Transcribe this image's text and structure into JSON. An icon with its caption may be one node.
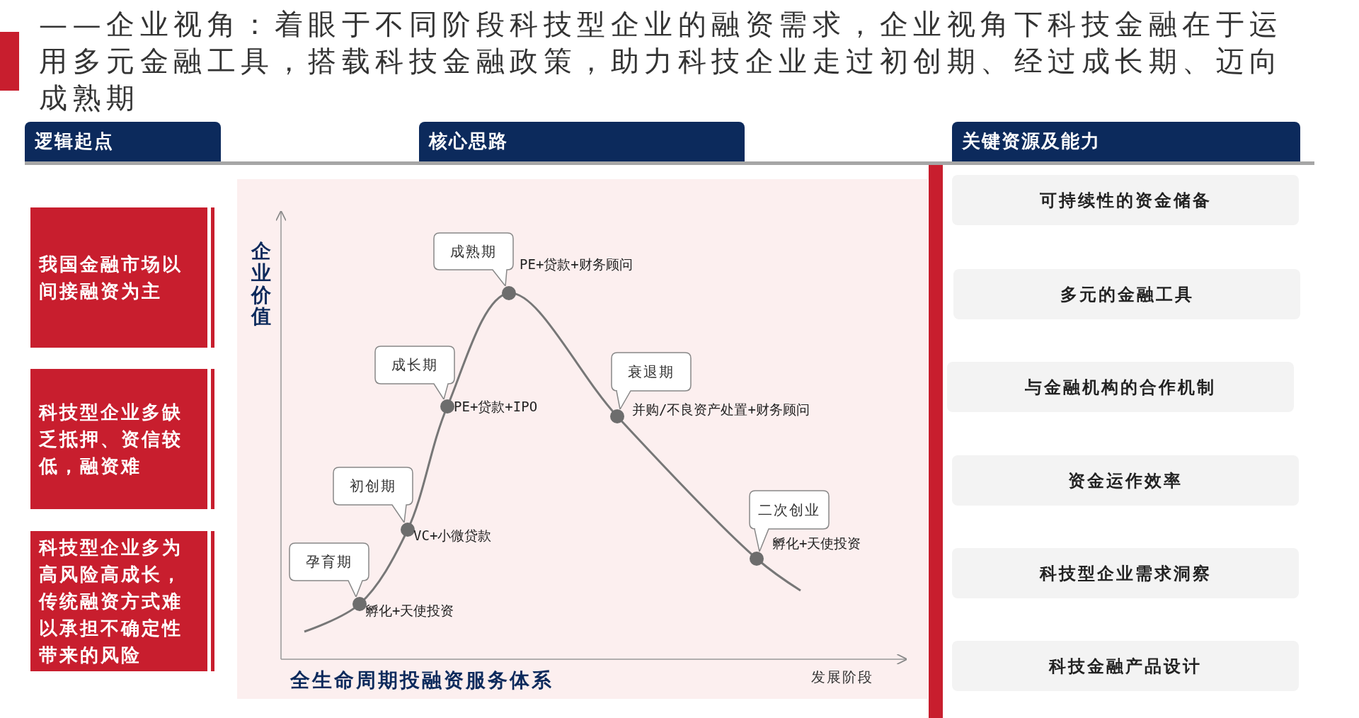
{
  "diagram": {
    "title": "——企业视角：着眼于不同阶段科技型企业的融资需求，企业视角下科技金融在于运用多元金融工具，搭载科技金融政策，助力科技企业走过初创期、经过成长期、迈向成熟期",
    "nodes": [
      {
        "text": [
          "逻辑起点"
        ]
      },
      {
        "text": [
          "核心思路"
        ]
      },
      {
        "text": [
          "关键资源及能力"
        ]
      },
      {
        "text": [
          "我国金融市场以间接融资为主"
        ]
      },
      {
        "text": [
          "科技型企业多缺乏抵押、资信较低，融资难"
        ]
      },
      {
        "text": [
          "科技型企业多为高风险高成长，传统融资方式难以承担不确定性带来的风险"
        ]
      },
      {
        "text": [
          "孕育期"
        ],
        "beside": [
          "孵化+天使投资"
        ]
      },
      {
        "text": [
          "初创期"
        ],
        "beside": [
          "VC+小微贷款"
        ]
      },
      {
        "text": [
          "成长期"
        ],
        "beside": [
          "PE+贷款+IPO"
        ]
      },
      {
        "text": [
          "成熟期"
        ],
        "beside": [
          "PE+贷款+财务顾问"
        ]
      },
      {
        "text": [
          "衰退期"
        ],
        "beside": [
          "并购/不良资产处置+财务顾问"
        ]
      },
      {
        "text": [
          "二次创业"
        ],
        "beside": [
          "孵化+天使投资"
        ]
      },
      {
        "text": [
          "可持续性的资金储备"
        ]
      },
      {
        "text": [
          "多元的金融工具"
        ]
      },
      {
        "text": [
          "与金融机构的合作机制"
        ]
      },
      {
        "text": [
          "资金运作效率"
        ]
      },
      {
        "text": [
          "科技型企业需求洞察"
        ]
      },
      {
        "text": [
          "科技金融产品设计"
        ]
      }
    ],
    "labels": [
      "企业价值",
      "全生命周期投融资服务体系",
      "发展阶段"
    ]
  }
}
